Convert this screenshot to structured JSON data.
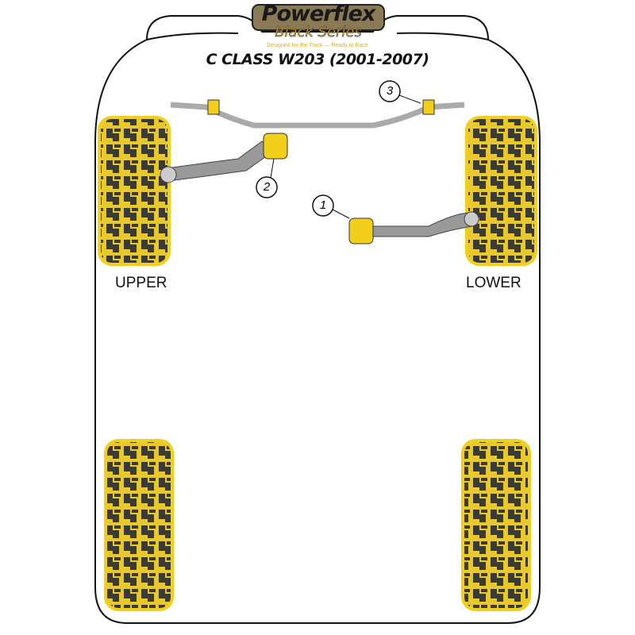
{
  "logo": {
    "brand": "Powerflex",
    "series": "Black Series",
    "tagline": "Designed for the Track — Ready to Race"
  },
  "title": "C CLASS W203 (2001-2007)",
  "labels": {
    "upper": "UPPER",
    "lower": "LOWER"
  },
  "callouts": [
    "1",
    "2",
    "3"
  ],
  "colors": {
    "tyre_outline": "#f2cf1a",
    "tread": "#3a3a36",
    "bushing": "#f2cf1a"
  }
}
